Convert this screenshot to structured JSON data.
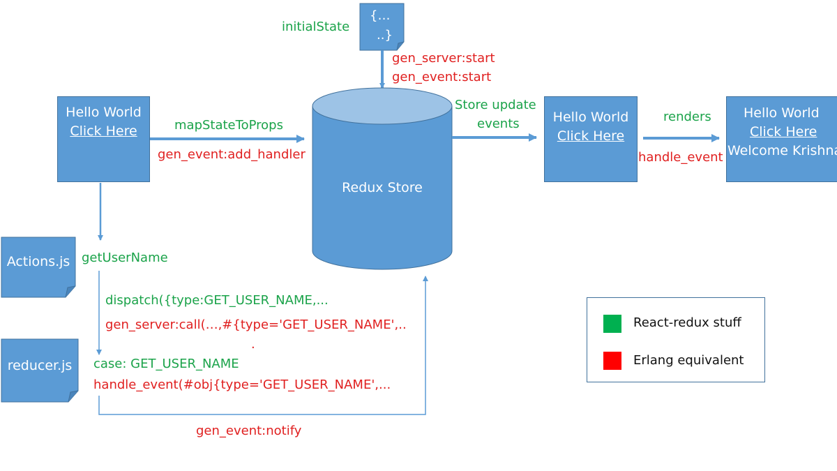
{
  "colors": {
    "box_fill": "#5b9bd5",
    "box_border": "#41719c",
    "react_green": "#1ba34a",
    "erlang_red": "#e02020",
    "legend_green": "#00b050",
    "legend_red": "#ff0000"
  },
  "initial_state": {
    "label": "initialState",
    "doc_line1": "{…",
    "doc_line2": "..}",
    "erlang_line1": "gen_server:start",
    "erlang_line2": "gen_event:start"
  },
  "store": {
    "label": "Redux Store"
  },
  "component_left": {
    "line1": "Hello World",
    "line2": "Click Here"
  },
  "component_mid": {
    "line1": "Hello World",
    "line2": "Click Here"
  },
  "component_right": {
    "line1": "Hello World",
    "line2": "Click Here",
    "line3": "Welcome Krishna"
  },
  "edges": {
    "map_state": "mapStateToProps",
    "add_handler": "gen_event:add_handler",
    "store_update_1": "Store update",
    "store_update_2": "events",
    "renders": "renders",
    "handle_event": "handle_event",
    "get_user_name": "getUserName",
    "dispatch": "dispatch({type:GET_USER_NAME,...",
    "gen_server_call": "gen_server:call(…,#{type='GET_USER_NAME',..",
    "gen_server_call_dot": ".",
    "case": "case: GET_USER_NAME",
    "handle_event_obj": "handle_event(#obj{type='GET_USER_NAME',...",
    "notify": "gen_event:notify"
  },
  "files": {
    "actions": "Actions.js",
    "reducer": "reducer.js"
  },
  "legend": {
    "react": "React-redux stuff",
    "erlang": "Erlang equivalent"
  }
}
